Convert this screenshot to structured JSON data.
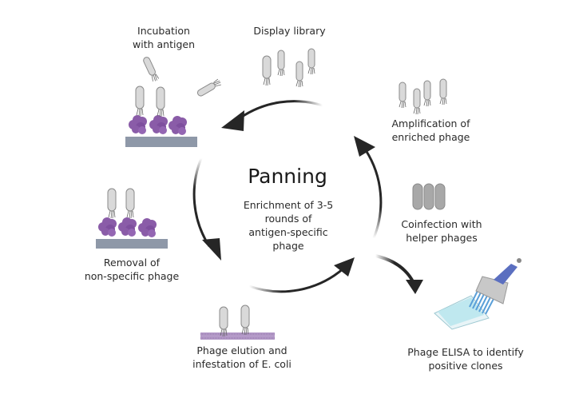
{
  "center": {
    "title": "Panning",
    "subtitle_lines": [
      "Enrichment of 3-5",
      "rounds of",
      "antigen-specific",
      "phage"
    ]
  },
  "steps": [
    {
      "id": "incubation",
      "lines": [
        "Incubation",
        "with antigen"
      ]
    },
    {
      "id": "display-library",
      "lines": [
        "Display library"
      ]
    },
    {
      "id": "amplification",
      "lines": [
        "Amplification of",
        "enriched phage"
      ]
    },
    {
      "id": "coinfection",
      "lines": [
        "Coinfection with",
        "helper phages"
      ]
    },
    {
      "id": "elisa",
      "lines": [
        "Phage ELISA to identify",
        "positive clones"
      ]
    },
    {
      "id": "elution",
      "lines": [
        "Phage elution and",
        "infestation of E. coli"
      ]
    },
    {
      "id": "removal",
      "lines": [
        "Removal of",
        "non-specific phage"
      ]
    }
  ],
  "colors": {
    "arrow": "#262626",
    "phage_body": "#d9d9d9",
    "phage_outline": "#8a8a8a",
    "helper_phage": "#a8a8a8",
    "antigen": "#8a5ca8",
    "surface": "#8e98a8",
    "bacteria_membrane": "#b49ac8",
    "pipette": "#5b6fc0",
    "plate": "#bfe8ef"
  }
}
